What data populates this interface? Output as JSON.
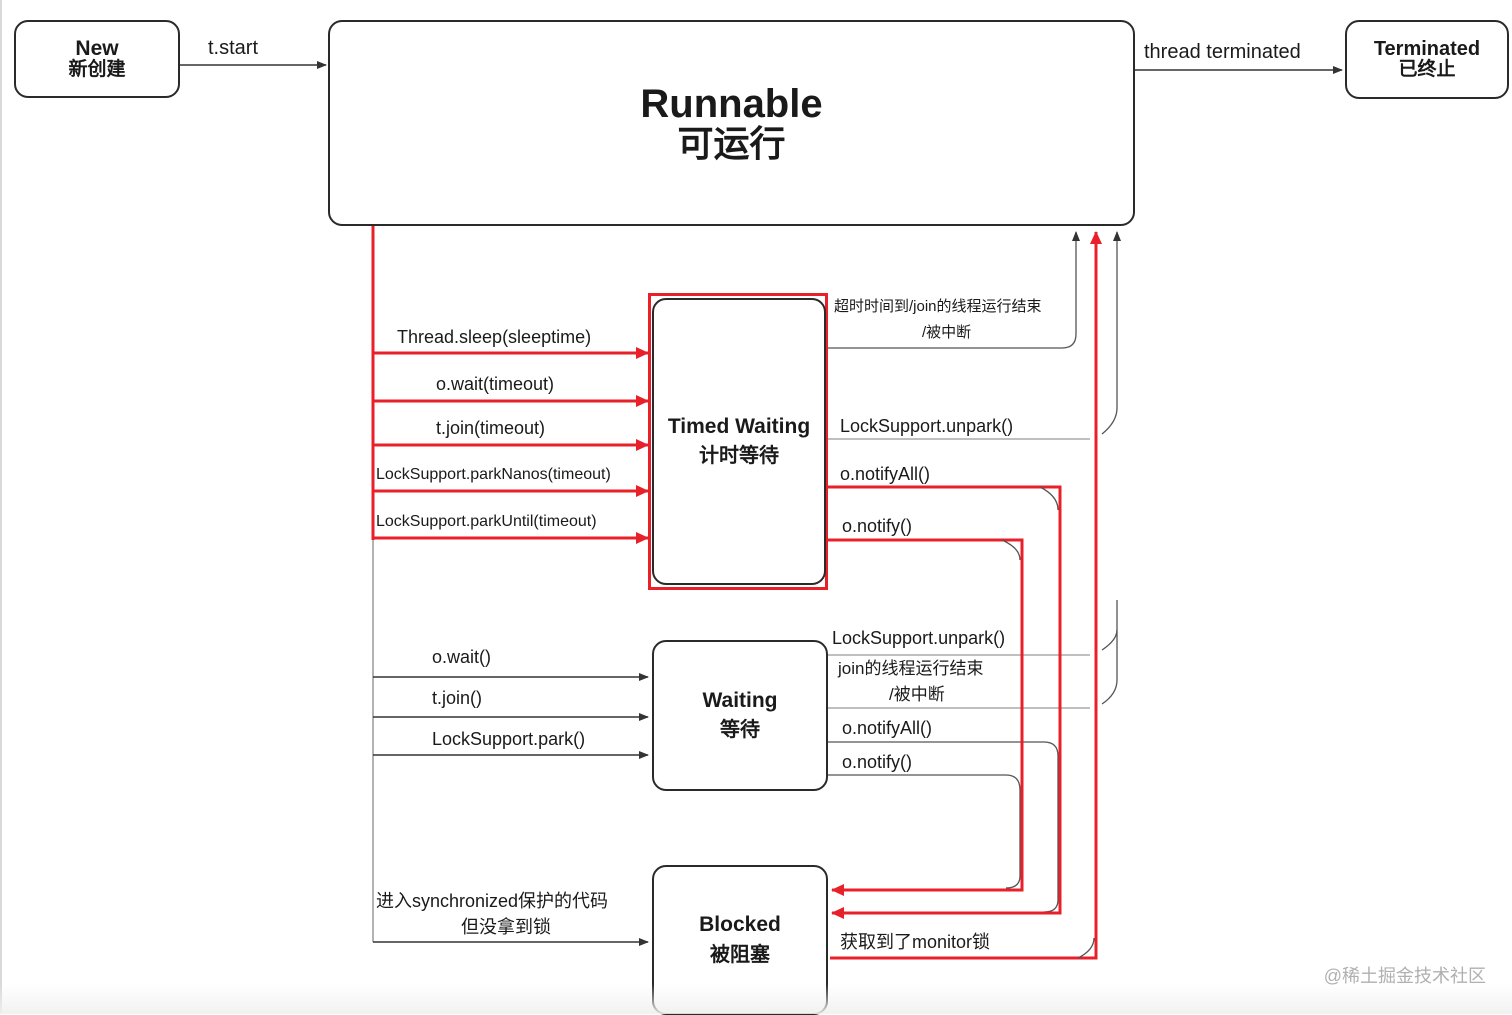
{
  "states": {
    "new": {
      "en": "New",
      "zh": "新创建"
    },
    "runnable": {
      "en": "Runnable",
      "zh": "可运行"
    },
    "terminated": {
      "en": "Terminated",
      "zh": "已终止"
    },
    "timed_waiting": {
      "en": "Timed Waiting",
      "zh": "计时等待"
    },
    "waiting": {
      "en": "Waiting",
      "zh": "等待"
    },
    "blocked": {
      "en": "Blocked",
      "zh": "被阻塞"
    }
  },
  "transitions": {
    "start": "t.start",
    "thread_terminated": "thread terminated",
    "timed_in": [
      "Thread.sleep(sleeptime)",
      "o.wait(timeout)",
      "t.join(timeout)",
      "LockSupport.parkNanos(timeout)",
      "LockSupport.parkUntil(timeout)"
    ],
    "timed_out": {
      "timeout_line1": "超时时间到/join的线程运行结束",
      "timeout_line2": "/被中断",
      "unpark": "LockSupport.unpark()",
      "notify_all": "o.notifyAll()",
      "notify": "o.notify()"
    },
    "waiting_in": [
      "o.wait()",
      "t.join()",
      "LockSupport.park()"
    ],
    "waiting_out": {
      "unpark": "LockSupport.unpark()",
      "join_line1": "join的线程运行结束",
      "join_line2": "/被中断",
      "notify_all": "o.notifyAll()",
      "notify": "o.notify()"
    },
    "blocked_in_line1": "进入synchronized保护的代码",
    "blocked_in_line2": "但没拿到锁",
    "monitor_acquired": "获取到了monitor锁"
  },
  "watermark": "@稀土掘金技术社区",
  "colors": {
    "highlight": "#e8202a",
    "line": "#333333",
    "box_border": "#2a2a2a"
  }
}
